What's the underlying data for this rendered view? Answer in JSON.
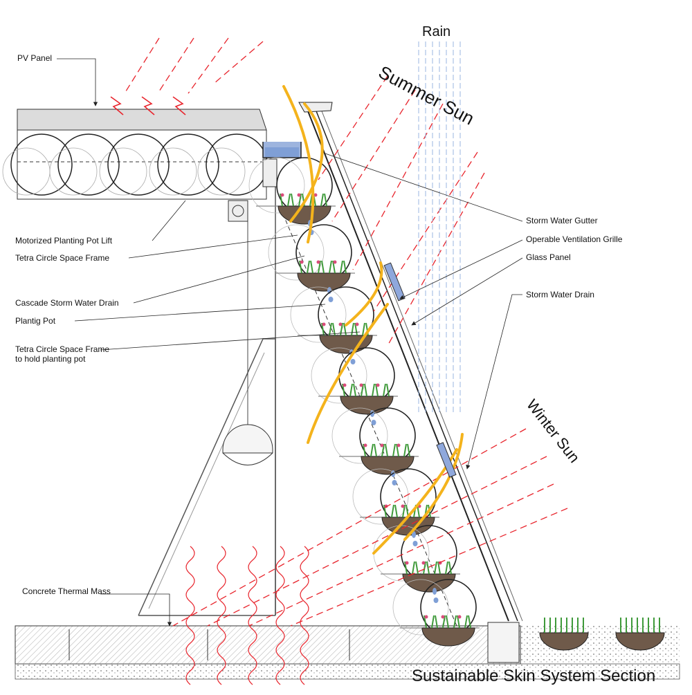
{
  "title": "Sustainable Skin System Section",
  "big_labels": {
    "rain": "Rain",
    "summer_sun": "Summer Sun",
    "winter_sun": "Winter Sun"
  },
  "callouts": {
    "pv_panel": "PV Panel",
    "pot_lift": "Motorized Planting Pot Lift",
    "tetra_frame": "Tetra Circle Space Frame",
    "cascade_drain": "Cascade Storm Water Drain",
    "planting_pot": "Plantig Pot",
    "tetra_hold_1": "Tetra Circle Space Frame",
    "tetra_hold_2": "to hold planting pot",
    "concrete_mass": "Concrete Thermal Mass",
    "gutter": "Storm Water Gutter",
    "vent_grille": "Operable Ventilation Grille",
    "glass_panel": "Glass Panel",
    "storm_drain": "Storm Water Drain"
  },
  "colors": {
    "sun_ray": "#e8242c",
    "rain": "#9ab6e0",
    "airflow": "#f4b31c",
    "water": "#7f9fd6",
    "line": "#222222",
    "soil": "#6f5a4a",
    "plant": "#3f9a3a"
  }
}
